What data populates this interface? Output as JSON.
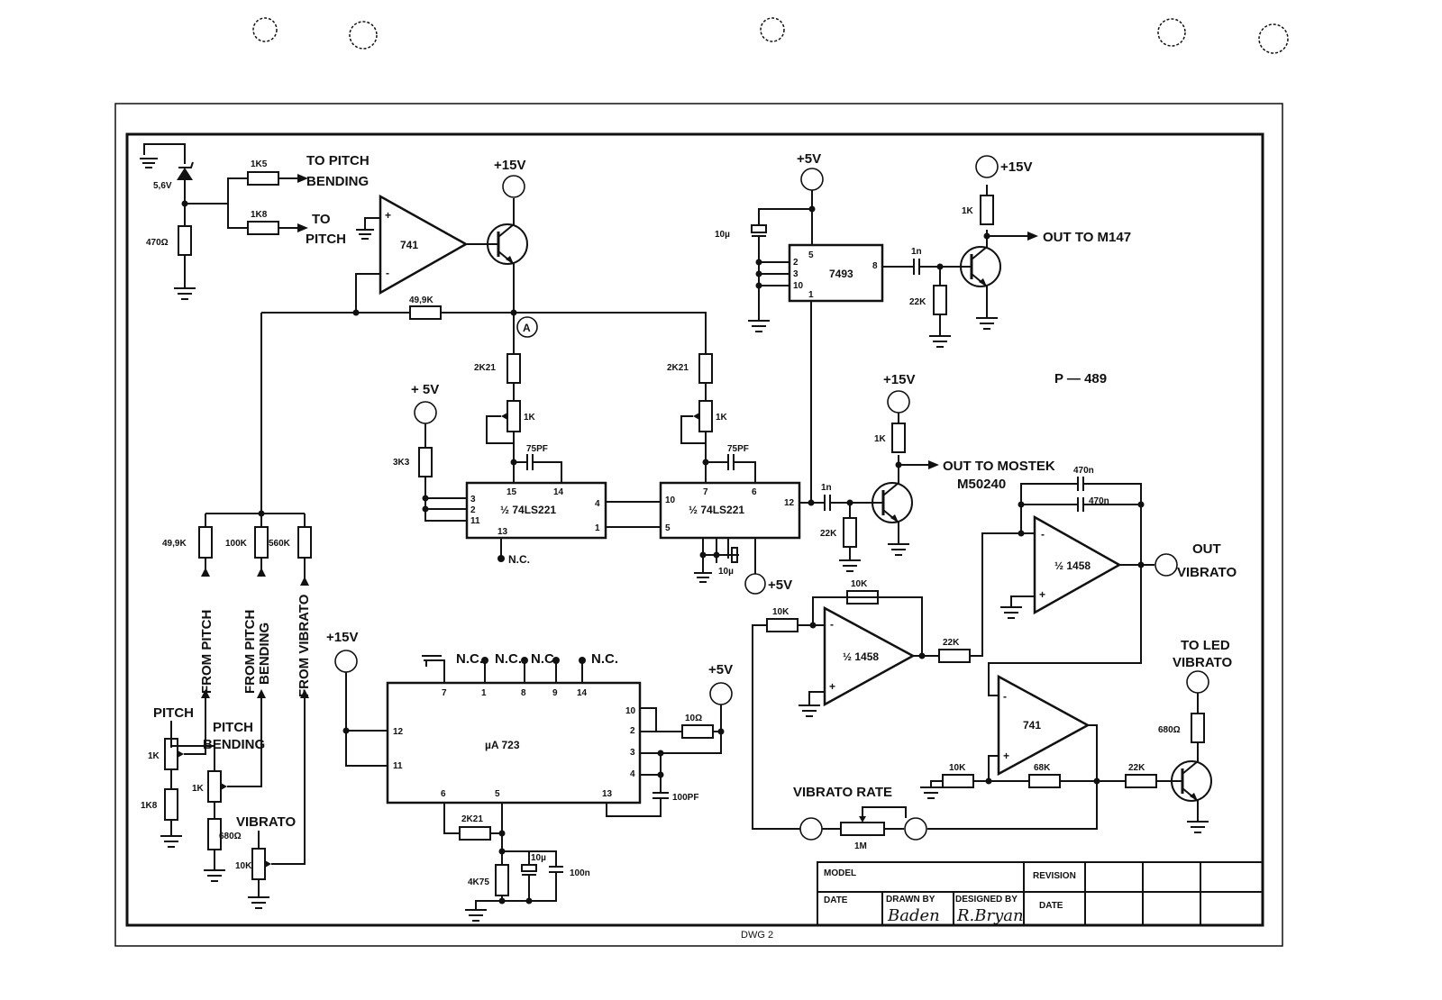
{
  "labels": {
    "to_pitch_bending_1": "TO PITCH",
    "to_pitch_bending_2": "BENDING",
    "to_pitch_1": "TO",
    "to_pitch_2": "PITCH",
    "zener": "5,6V",
    "r_470": "470Ω",
    "r_1k5": "1K5",
    "r_1k8": "1K8",
    "opamp1": "741",
    "plus15_1": "+15V",
    "r_49_9k_top": "49,9K",
    "node_a": "A",
    "r_2k21_a": "2K21",
    "r_2k21_b": "2K21",
    "pot_1k_a": "1K",
    "pot_1k_b": "1K",
    "c_75pf_a": "75PF",
    "c_75pf_b": "75PF",
    "plus5_1": "+ 5V",
    "r_3k3": "3K3",
    "ic_221a": "½ 74LS221",
    "ic_221b": "½ 74LS221",
    "nc": "N.C.",
    "c_10u_bottom": "10µ",
    "plus5_2": "+5V",
    "plus5_top": "+5V",
    "c_10u_top": "10µ",
    "ic_7493": "7493",
    "plus15_2": "+15V",
    "r_1k_top": "1K",
    "c_1n_a": "1n",
    "r_22k_a": "22K",
    "out_m147": "OUT TO M147",
    "p489": "P — 489",
    "plus15_3": "+15V",
    "r_1k_mid": "1K",
    "out_mostek_1": "OUT TO MOSTEK",
    "out_mostek_2": "M50240",
    "c_1n_b": "1n",
    "r_22k_b": "22K",
    "c_470n_a": "470n",
    "c_470n_b": "470n",
    "ic_1458_a": "½ 1458",
    "ic_1458_b": "½ 1458",
    "out_vibrato_1": "OUT",
    "out_vibrato_2": "VIBRATO",
    "r_10k_fb": "10K",
    "r_10k_in": "10K",
    "r_22k_c": "22K",
    "to_led_1": "TO LED",
    "to_led_2": "VIBRATO",
    "opamp2": "741",
    "r_680_led": "680Ω",
    "r_10k_b": "10K",
    "r_68k": "68K",
    "r_22k_d": "22K",
    "vibrato_rate": "VIBRATO RATE",
    "pot_1m": "1M",
    "r_49_9k": "49,9K",
    "r_100k": "100K",
    "r_560k": "560K",
    "from_pitch": "FROM PITCH",
    "from_pitch_bending_1": "FROM PITCH",
    "from_pitch_bending_2": "BENDING",
    "from_vibrato": "FROM VIBRATO",
    "pitch": "PITCH",
    "pitch_bending_1": "PITCH",
    "pitch_bending_2": "BENDING",
    "pot_pitch": "1K",
    "r_1k8_b": "1K8",
    "pot_bend": "1K",
    "r_680_bend": "680Ω",
    "vibrato": "VIBRATO",
    "pot_vib": "10K",
    "plus15_4": "+15V",
    "plus5_3": "+5V",
    "ic_723": "µA 723",
    "r_10ohm": "10Ω",
    "c_100pf": "100PF",
    "r_2k21_c": "2K21",
    "r_4k75": "4K75",
    "c_10u_c": "10µ",
    "c_100n": "100n",
    "dwg": "DWG 2"
  },
  "pins": {
    "a221_15": "15",
    "a221_14": "14",
    "a221_3": "3",
    "a221_2": "2",
    "a221_11": "11",
    "a221_13": "13",
    "a221_4": "4",
    "a221_1": "1",
    "b221_10": "10",
    "b221_5": "5",
    "b221_7": "7",
    "b221_6": "6",
    "b221_12": "12",
    "p7493_5": "5",
    "p7493_2": "2",
    "p7493_3": "3",
    "p7493_10": "10",
    "p7493_1": "1",
    "p7493_8": "8",
    "p723_7": "7",
    "p723_1": "1",
    "p723_8": "8",
    "p723_9": "9",
    "p723_14": "14",
    "p723_12": "12",
    "p723_11": "11",
    "p723_10": "10",
    "p723_2": "2",
    "p723_3": "3",
    "p723_4": "4",
    "p723_13": "13",
    "p723_6": "6",
    "p723_5": "5",
    "nc1": "N.C.",
    "nc2": "N.C.",
    "nc3": "N.C.",
    "nc4": "N.C.",
    "plus": "+",
    "minus": "-"
  },
  "title_block": {
    "model": "MODEL",
    "revision": "REVISION",
    "date": "DATE",
    "drawn_by": "DRAWN BY",
    "designed_by": "DESIGNED BY",
    "date2": "DATE",
    "drawn_sig": "Baden",
    "designed_sig": "R.Bryan"
  }
}
